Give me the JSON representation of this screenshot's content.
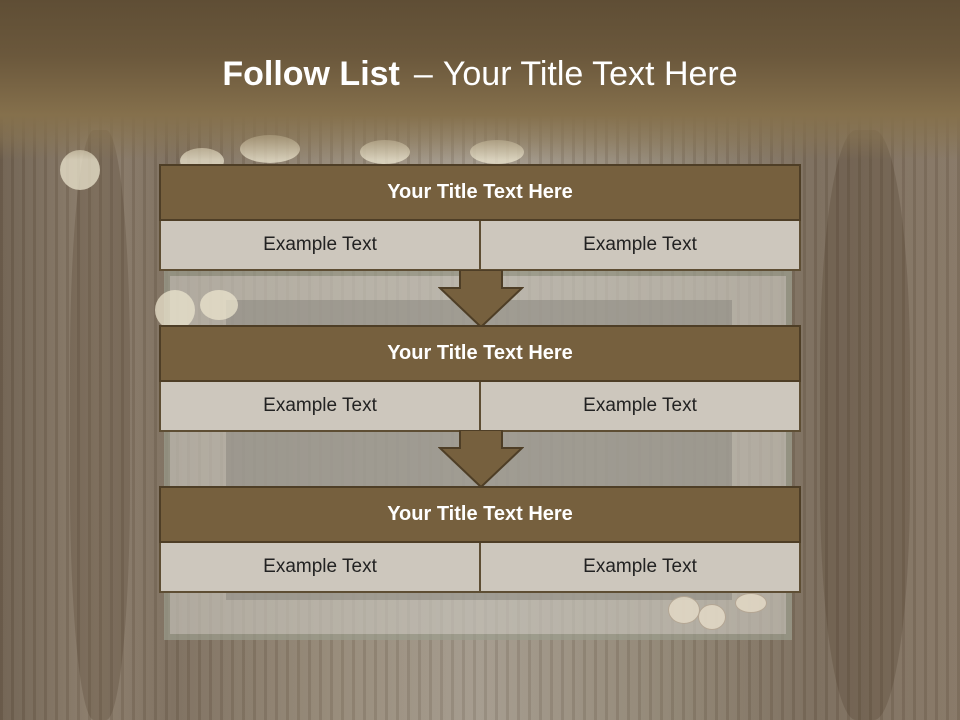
{
  "slide": {
    "title_bold": "Follow List",
    "title_dash": "–",
    "title_rest": "Your Title Text Here"
  },
  "blocks": [
    {
      "title": "Your Title Text Here",
      "left": "Example Text",
      "right": "Example Text"
    },
    {
      "title": "Your Title Text Here",
      "left": "Example Text",
      "right": "Example Text"
    },
    {
      "title": "Your Title Text Here",
      "left": "Example Text",
      "right": "Example Text"
    }
  ],
  "colors": {
    "header": "#6b583c",
    "block_title": "#76603e",
    "cell": "#cdc7bd",
    "arrow": "#76603e"
  },
  "icons": [
    "down-arrow-icon"
  ]
}
